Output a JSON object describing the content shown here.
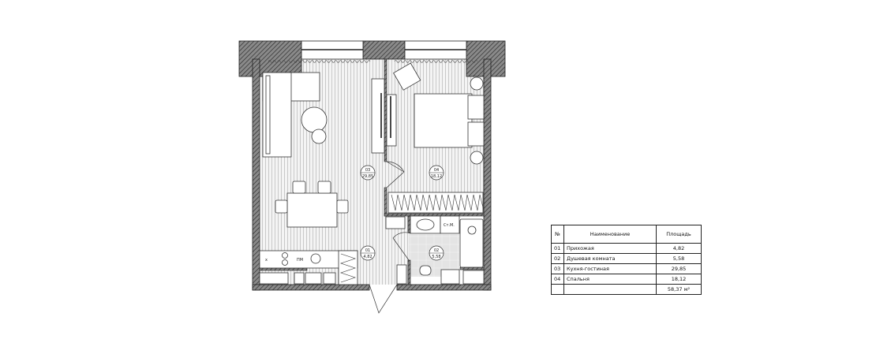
{
  "plan": {
    "rooms": [
      {
        "num": "03",
        "area": "29,85"
      },
      {
        "num": "04",
        "area": "18,12"
      },
      {
        "num": "01",
        "area": "4,82"
      },
      {
        "num": "02",
        "area": "5,58"
      }
    ],
    "fixture_labels": {
      "fridge": "х",
      "dishwasher": "ПМ",
      "washer": "Ст.М."
    }
  },
  "legend": {
    "headers": [
      "№",
      "Наименование",
      "Площадь"
    ],
    "rows": [
      {
        "num": "01",
        "name": "Прихожая",
        "area": "4,82"
      },
      {
        "num": "02",
        "name": "Душевая комната",
        "area": "5,58"
      },
      {
        "num": "03",
        "name": "Кухня-гостиная",
        "area": "29,85"
      },
      {
        "num": "04",
        "name": "Спальня",
        "area": "18,12"
      }
    ],
    "total": "58,37 м²"
  },
  "colors": {
    "wall": "#555555",
    "floor_stripe": "#cfcfcf",
    "tile": "#e6e6e6"
  }
}
